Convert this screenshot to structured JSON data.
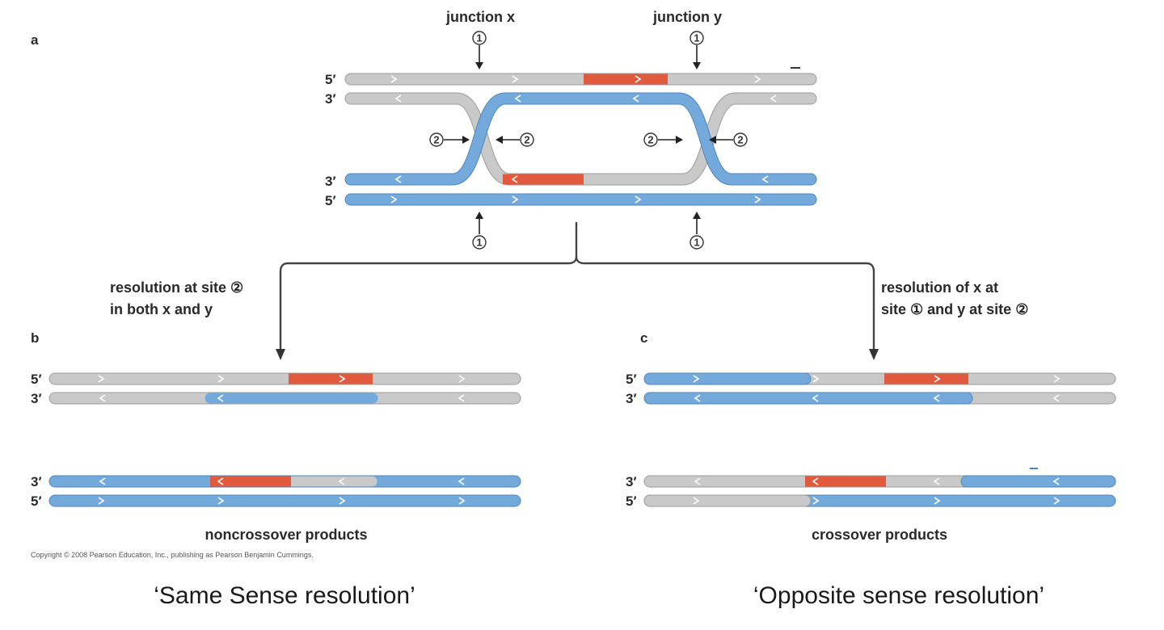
{
  "panel_a": {
    "letter": "a",
    "junction_x": "junction x",
    "junction_y": "junction y",
    "site1": "①",
    "site2": "②",
    "end_5": "5′",
    "end_3": "3′"
  },
  "branch_left": {
    "line1": "resolution at site ②",
    "line2": "in both x and y"
  },
  "branch_right": {
    "line1": "resolution of x at",
    "line2": "site ①  and y at site ②"
  },
  "panel_b": {
    "letter": "b",
    "label": "noncrossover products"
  },
  "panel_c": {
    "letter": "c",
    "label": "crossover products"
  },
  "copyright": "Copyright © 2008 Pearson Education, Inc., publishing as Pearson Benjamin Cummings.",
  "captions": {
    "left": "‘Same Sense resolution’",
    "right": "‘Opposite sense resolution’"
  },
  "colors": {
    "strand_grey": "#c9c9c9",
    "strand_blue": "#74aadb",
    "heteroduplex_red": "#e25a3e"
  }
}
